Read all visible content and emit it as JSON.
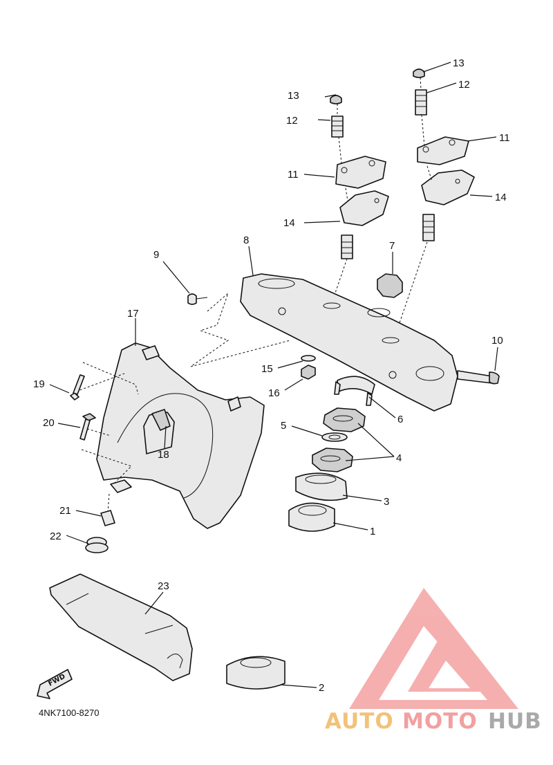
{
  "callouts": {
    "c1": "1",
    "c2": "2",
    "c3": "3",
    "c4": "4",
    "c5": "5",
    "c6": "6",
    "c7": "7",
    "c8": "8",
    "c9": "9",
    "c10": "10",
    "c11a": "11",
    "c11b": "11",
    "c12a": "12",
    "c12b": "12",
    "c13a": "13",
    "c13b": "13",
    "c14a": "14",
    "c14b": "14",
    "c15": "15",
    "c16": "16",
    "c17": "17",
    "c18": "18",
    "c19": "19",
    "c20": "20",
    "c21": "21",
    "c22": "22",
    "c23": "23"
  },
  "fwd_label": "FWD",
  "diagram_code": "4NK7100-8270",
  "watermark": {
    "part1": "AUTO",
    "part2": "MOTO",
    "part3": "HUB",
    "color_auto": "#f2c27a",
    "color_moto": "#f2a0a0",
    "color_hub": "#a9a9a9",
    "logo_color": "#f29a9a"
  }
}
